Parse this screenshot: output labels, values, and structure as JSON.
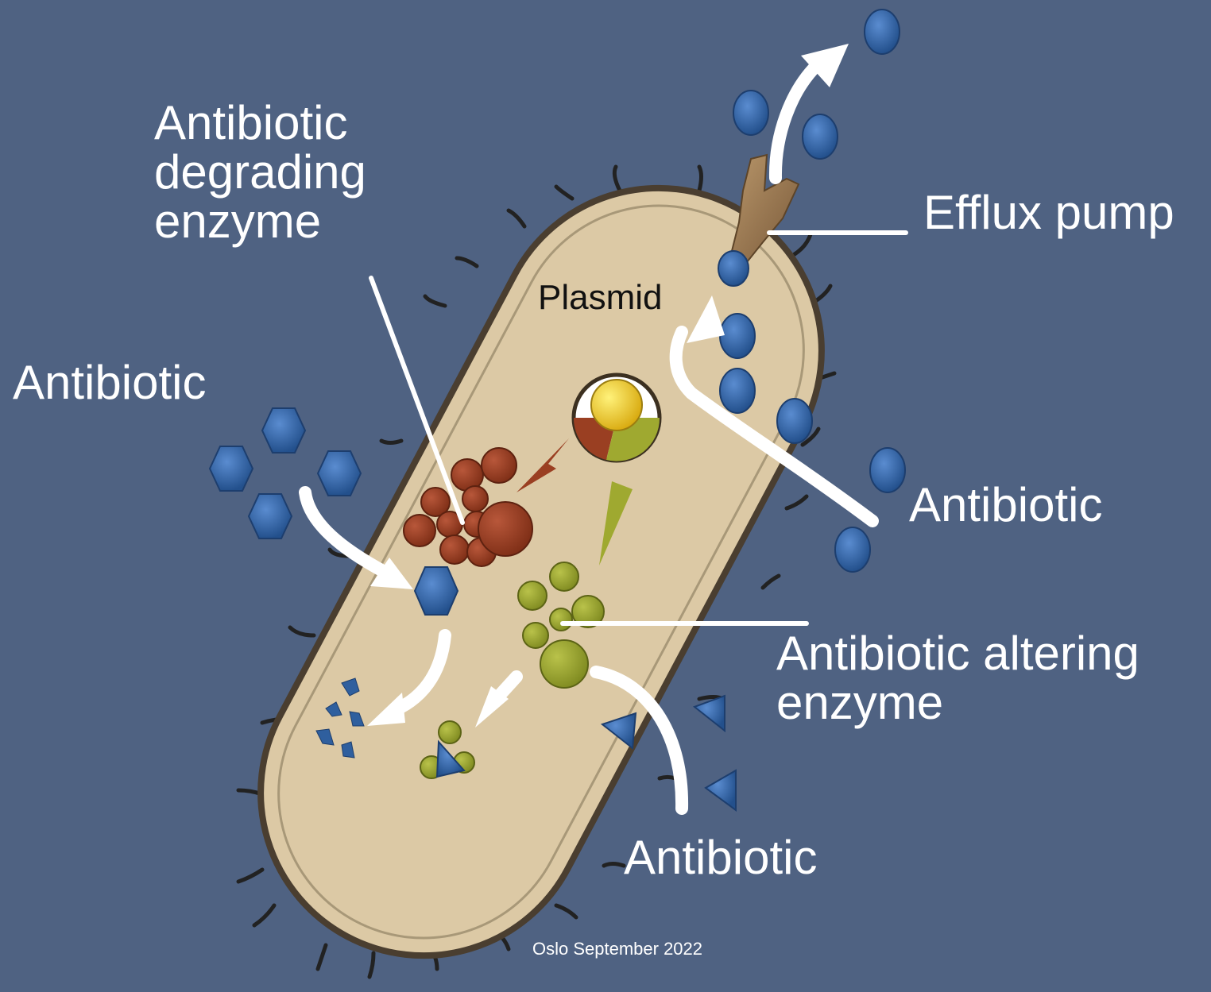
{
  "labels": {
    "degrading_line1": "Antibiotic",
    "degrading_line2": "degrading",
    "degrading_line3": "enzyme",
    "antibiotic_left": "Antibiotic",
    "efflux_pump": "Efflux pump",
    "antibiotic_right": "Antibiotic",
    "altering_line1": "Antibiotic altering",
    "altering_line2": "enzyme",
    "antibiotic_bottom": "Antibiotic",
    "plasmid": "Plasmid"
  },
  "footer": "Oslo September 2022",
  "colors": {
    "background": "#4f6282",
    "cell_fill": "#dcc9a5",
    "cell_outline": "#4a3e30",
    "antibiotic_blue": "#2f5f9e",
    "degrading_enzyme": "#9a3f22",
    "altering_enzyme": "#9fa930",
    "efflux_pump": "#9c7a55",
    "plasmid_yellow": "#e8c81a",
    "arrow_white": "#ffffff"
  }
}
